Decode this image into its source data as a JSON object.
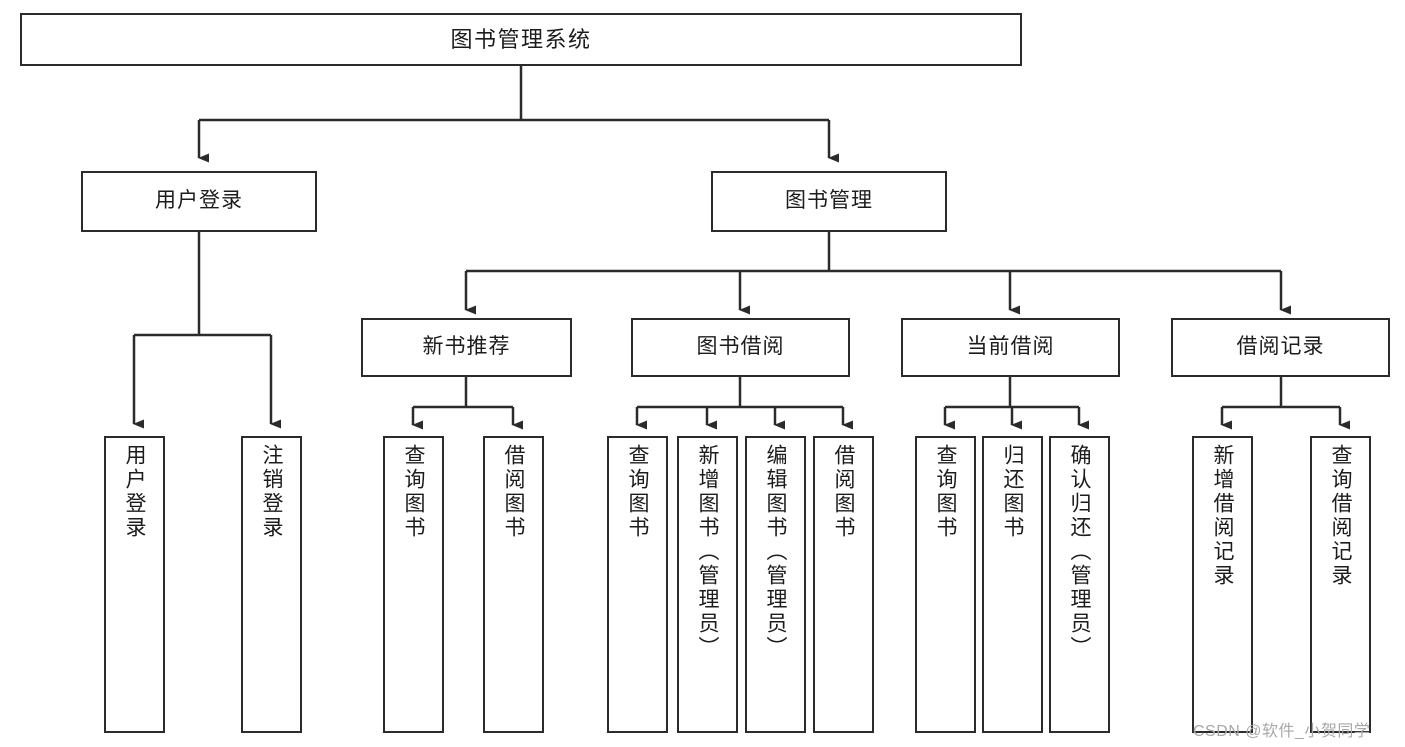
{
  "diagram": {
    "title": "图书管理系统",
    "type": "tree",
    "watermark": "CSDN @软件_小贺同学",
    "colors": {
      "border": "#2b2b2b",
      "background": "#ffffff",
      "text": "#1c1c1c",
      "edge": "#2b2b2b",
      "watermark": "#a8a8a8"
    },
    "root": {
      "label": "图书管理系统"
    },
    "level1": [
      {
        "id": "user-login",
        "label": "用户登录"
      },
      {
        "id": "book-manage",
        "label": "图书管理"
      }
    ],
    "level2": [
      {
        "id": "new-book-recommend",
        "label": "新书推荐",
        "parent": "book-manage"
      },
      {
        "id": "book-borrow",
        "label": "图书借阅",
        "parent": "book-manage"
      },
      {
        "id": "current-borrow",
        "label": "当前借阅",
        "parent": "book-manage"
      },
      {
        "id": "borrow-record",
        "label": "借阅记录",
        "parent": "book-manage"
      }
    ],
    "leaves": [
      {
        "id": "leaf-user-login",
        "label": "用户登录",
        "parent": "user-login"
      },
      {
        "id": "leaf-logout",
        "label": "注销登录",
        "parent": "user-login"
      },
      {
        "id": "leaf-query-book-1",
        "label": "查询图书",
        "parent": "new-book-recommend"
      },
      {
        "id": "leaf-borrow-book-1",
        "label": "借阅图书",
        "parent": "new-book-recommend"
      },
      {
        "id": "leaf-query-book-2",
        "label": "查询图书",
        "parent": "book-borrow"
      },
      {
        "id": "leaf-add-book",
        "label": "新增图书（管理员）",
        "parent": "book-borrow"
      },
      {
        "id": "leaf-edit-book",
        "label": "编辑图书（管理员）",
        "parent": "book-borrow"
      },
      {
        "id": "leaf-borrow-book-2",
        "label": "借阅图书",
        "parent": "book-borrow"
      },
      {
        "id": "leaf-query-book-3",
        "label": "查询图书",
        "parent": "current-borrow"
      },
      {
        "id": "leaf-return-book",
        "label": "归还图书",
        "parent": "current-borrow"
      },
      {
        "id": "leaf-confirm-return",
        "label": "确认归还（管理员）",
        "parent": "current-borrow"
      },
      {
        "id": "leaf-add-record",
        "label": "新增借阅记录",
        "parent": "borrow-record"
      },
      {
        "id": "leaf-query-record",
        "label": "查询借阅记录",
        "parent": "borrow-record"
      }
    ]
  }
}
